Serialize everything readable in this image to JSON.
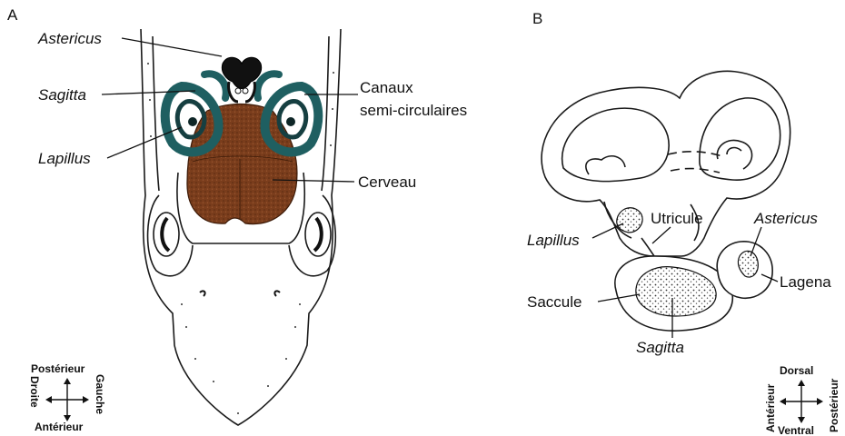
{
  "panels": {
    "a": "A",
    "b": "B"
  },
  "panel_a": {
    "labels": {
      "astericus": "Astericus",
      "sagitta": "Sagitta",
      "lapillus": "Lapillus",
      "canaux_line1": "Canaux",
      "canaux_line2": "semi-circulaires",
      "cerveau": "Cerveau"
    },
    "compass": {
      "top": "Postérieur",
      "bottom": "Antérieur",
      "left": "Droite",
      "right": "Gauche"
    }
  },
  "panel_b": {
    "labels": {
      "utricule": "Utricule",
      "astericus": "Astericus",
      "lapillus": "Lapillus",
      "lagena": "Lagena",
      "saccule": "Saccule",
      "sagitta": "Sagitta"
    },
    "compass": {
      "top": "Dorsal",
      "bottom": "Ventral",
      "left": "Antérieur",
      "right": "Postérieur"
    }
  },
  "colors": {
    "canals": "#1f5f61",
    "brain": "#7a3d1c",
    "outline": "#1a1a1a"
  }
}
